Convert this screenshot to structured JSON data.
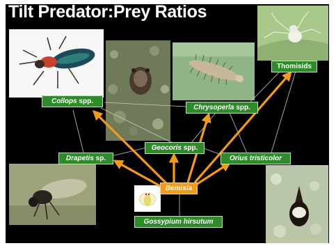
{
  "title": "Tilt Predator:Prey Ratios",
  "nodes": {
    "collops": {
      "genus": "Collops",
      "suffix": " spp."
    },
    "chrysoperla": {
      "genus": "Chrysoperla",
      "suffix": " spp."
    },
    "thomisids": {
      "genus": "",
      "suffix": "Thomisids"
    },
    "drapetis": {
      "genus": "Drapetis",
      "suffix": " sp."
    },
    "geocoris": {
      "genus": "Geocoris",
      "suffix": " spp."
    },
    "orius": {
      "genus": "Orius tristicolor",
      "suffix": ""
    },
    "bemisia": {
      "genus": "Bemisia",
      "suffix": ""
    },
    "gossypium": {
      "genus": "Gossypium hirsutum",
      "suffix": ""
    }
  },
  "colors": {
    "background": "#000000",
    "predator_box": "#2f8a2a",
    "prey_box": "#f39a1e",
    "arrow": "#f39a1e",
    "thin_line": "#c8c8c8"
  }
}
